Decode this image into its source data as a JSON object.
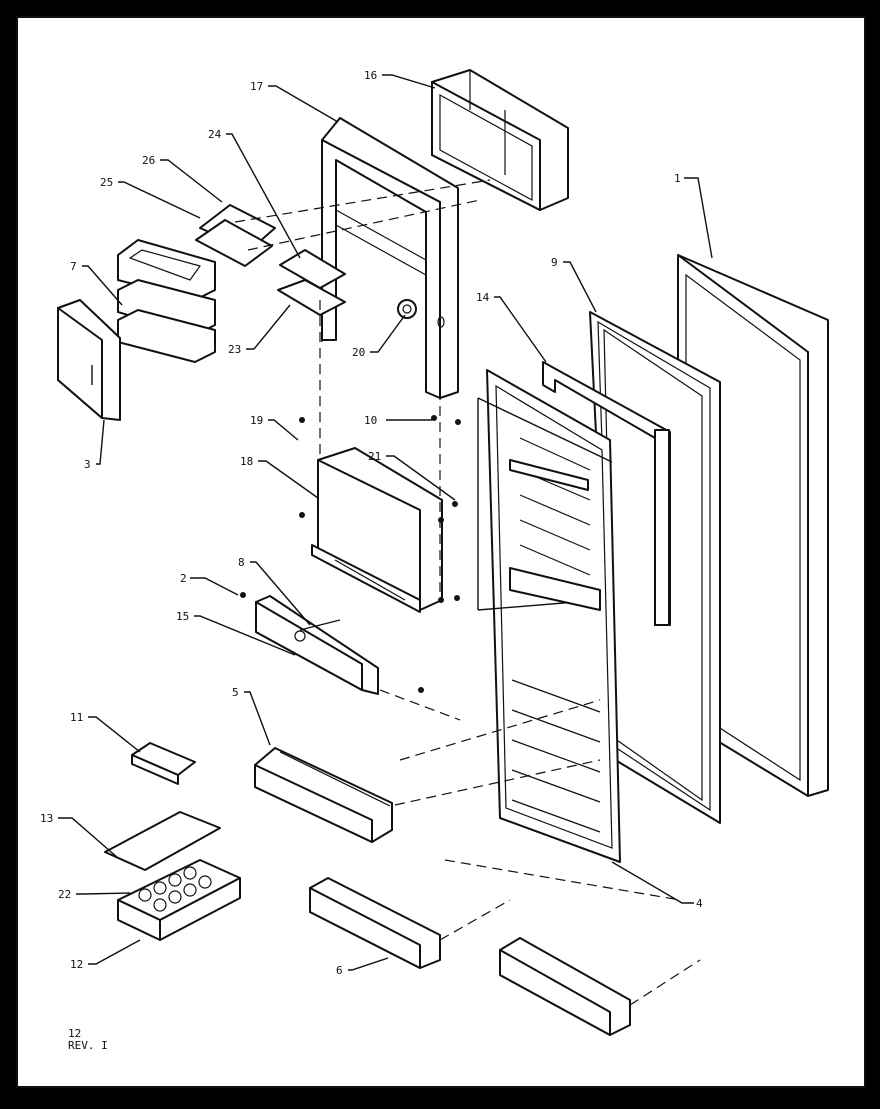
{
  "diagram": {
    "callouts": [
      {
        "id": "p1",
        "text": "1"
      },
      {
        "id": "p2",
        "text": "2"
      },
      {
        "id": "p3",
        "text": "3"
      },
      {
        "id": "p4",
        "text": "4"
      },
      {
        "id": "p5",
        "text": "5"
      },
      {
        "id": "p6",
        "text": "6"
      },
      {
        "id": "p7",
        "text": "7"
      },
      {
        "id": "p8",
        "text": "8"
      },
      {
        "id": "p9",
        "text": "9"
      },
      {
        "id": "p10",
        "text": "10"
      },
      {
        "id": "p11",
        "text": "11"
      },
      {
        "id": "p12",
        "text": "12"
      },
      {
        "id": "p13",
        "text": "13"
      },
      {
        "id": "p14",
        "text": "14"
      },
      {
        "id": "p15",
        "text": "15"
      },
      {
        "id": "p16",
        "text": "16"
      },
      {
        "id": "p17",
        "text": "17"
      },
      {
        "id": "p18",
        "text": "18"
      },
      {
        "id": "p19",
        "text": "19"
      },
      {
        "id": "p20",
        "text": "20"
      },
      {
        "id": "p21",
        "text": "21"
      },
      {
        "id": "p22",
        "text": "22"
      },
      {
        "id": "p23",
        "text": "23"
      },
      {
        "id": "p24",
        "text": "24"
      },
      {
        "id": "p25",
        "text": "25"
      },
      {
        "id": "p26",
        "text": "26"
      }
    ]
  },
  "footer": {
    "page_code": "12",
    "revision": "REV. I"
  }
}
